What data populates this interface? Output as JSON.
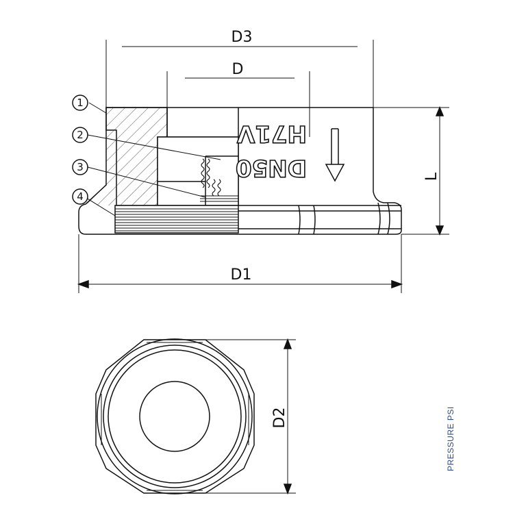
{
  "dimensions": {
    "d3": "D3",
    "d": "D",
    "l": "L",
    "d1": "D1",
    "d2": "D2"
  },
  "callouts": [
    "1",
    "2",
    "3",
    "4"
  ],
  "body_marking": {
    "size": "DN50",
    "model": "H71V"
  },
  "brand": {
    "text": "PRESSURE PSI",
    "color": "#2e4b86"
  },
  "colors": {
    "line": "#111111",
    "hatch": "#555555"
  }
}
